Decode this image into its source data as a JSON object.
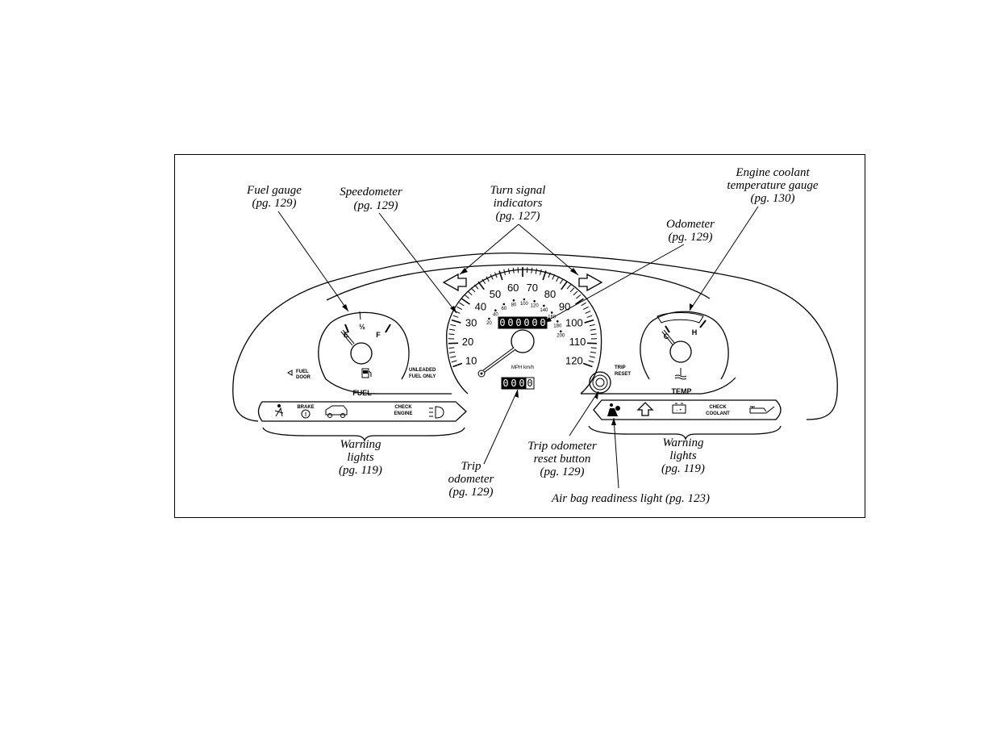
{
  "callouts": {
    "fuel_gauge": [
      "Fuel gauge",
      "(pg. 129)"
    ],
    "speedometer": [
      "Speedometer",
      "(pg. 129)"
    ],
    "turn_signal": [
      "Turn signal",
      "indicators",
      "(pg. 127)"
    ],
    "odometer": [
      "Odometer",
      "(pg. 129)"
    ],
    "engine_coolant": [
      "Engine coolant",
      "temperature gauge",
      "(pg. 130)"
    ],
    "warning_left": [
      "Warning",
      "lights",
      "(pg. 119)"
    ],
    "trip_odometer": [
      "Trip",
      "odometer",
      "(pg. 129)"
    ],
    "trip_reset": [
      "Trip odometer",
      "reset button",
      "(pg. 129)"
    ],
    "warning_right": [
      "Warning",
      "lights",
      "(pg. 119)"
    ],
    "airbag": "Air bag readiness light (pg. 123)"
  },
  "fuel": {
    "e": "E",
    "half": "½",
    "f": "F",
    "title": "FUEL",
    "door": [
      "FUEL",
      "DOOR"
    ],
    "unleaded": [
      "UNLEADED",
      "FUEL ONLY"
    ]
  },
  "speedo": {
    "mph_ticks": [
      "10",
      "20",
      "30",
      "40",
      "50",
      "60",
      "70",
      "80",
      "90",
      "100",
      "110",
      "120"
    ],
    "kmh_ticks": [
      "20",
      "40",
      "60",
      "80",
      "100",
      "120",
      "140",
      "160",
      "180",
      "200"
    ],
    "units": "MPH km/h",
    "odometer": [
      "0",
      "0",
      "0",
      "0",
      "0",
      "0"
    ],
    "trip": [
      "0",
      "0",
      "0",
      "0"
    ]
  },
  "trip_reset_label": [
    "TRIP",
    "RESET"
  ],
  "temp": {
    "c": "C",
    "h": "H",
    "title": "TEMP"
  },
  "warnings_left": {
    "brake": "BRAKE",
    "check_engine": [
      "CHECK",
      "ENGINE"
    ]
  },
  "warnings_right": {
    "check_coolant": [
      "CHECK",
      "COOLANT"
    ]
  }
}
